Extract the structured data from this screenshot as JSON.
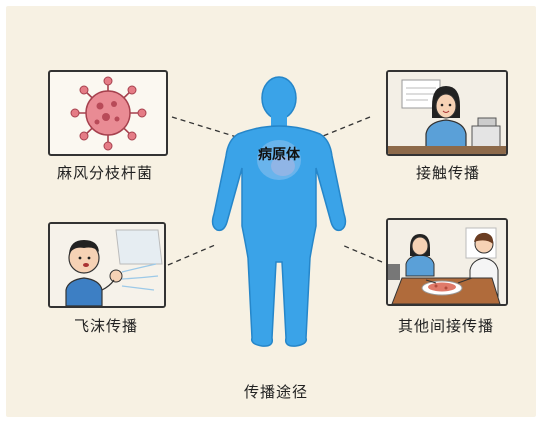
{
  "center": {
    "label": "病原体"
  },
  "panels": {
    "top_left": {
      "label": "麻风分枝杆菌",
      "icon": "virus-icon"
    },
    "top_right": {
      "label": "接触传播",
      "icon": "person-at-desk-icon"
    },
    "bottom_left": {
      "label": "飞沫传播",
      "icon": "coughing-boy-icon"
    },
    "bottom_right": {
      "label": "其他间接传播",
      "icon": "shared-food-table-icon"
    }
  },
  "caption": "传播途径",
  "colors": {
    "body": "#3aa3e8",
    "virus": "#e57c86",
    "background": "#f7f1e3",
    "outline": "#333333"
  }
}
